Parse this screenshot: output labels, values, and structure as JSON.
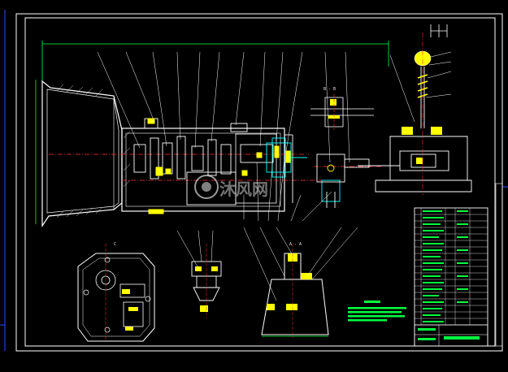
{
  "drawing": {
    "section_label_top": "B - B",
    "section_label_bottom": "A - A",
    "view_label_left": "C",
    "watermark": "沐风网",
    "colors": {
      "background": "#000000",
      "frame": "#ffffff",
      "part": "#ffffff",
      "centerline": "#ff3030",
      "dimension": "#00ff40",
      "highlight": "#ffff00",
      "accent": "#00ffff",
      "leader": "#ffffff"
    }
  },
  "title_block": {
    "note_lines": 5,
    "parts_rows": 20
  }
}
